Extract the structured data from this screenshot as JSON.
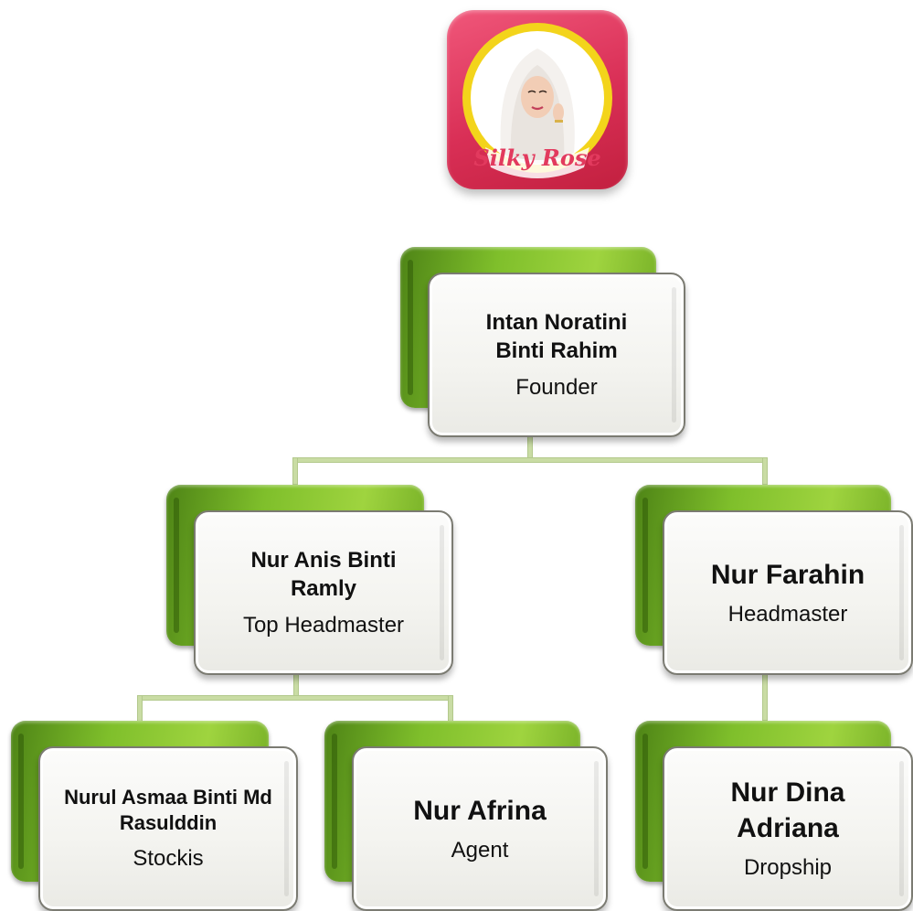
{
  "logo": {
    "text": "Silky Rose",
    "colors": {
      "frame": "#d92f56",
      "ring": "#f3d41b",
      "text": "#e23a5e"
    }
  },
  "nodes": {
    "founder": {
      "name": "Intan Noratini Binti Rahim",
      "role": "Founder"
    },
    "top_headmaster": {
      "name": "Nur Anis Binti Ramly",
      "role": "Top Headmaster"
    },
    "headmaster": {
      "name": "Nur Farahin",
      "role": "Headmaster"
    },
    "stockis": {
      "name": "Nurul Asmaa Binti Md Rasulddin",
      "role": "Stockis"
    },
    "agent": {
      "name": "Nur Afrina",
      "role": "Agent"
    },
    "dropship": {
      "name": "Nur Dina Adriana",
      "role": "Dropship"
    }
  },
  "colors": {
    "card_back": "#7fbf2b",
    "connector": "#c9dca4",
    "card_front": "#f3f3ef"
  }
}
